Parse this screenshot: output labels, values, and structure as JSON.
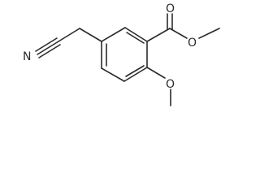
{
  "structure": {
    "atom_labels": {
      "nitrogen": "N",
      "carbonyl_oxygen": "O",
      "ester_oxygen": "O",
      "methoxy_oxygen": "O"
    }
  }
}
